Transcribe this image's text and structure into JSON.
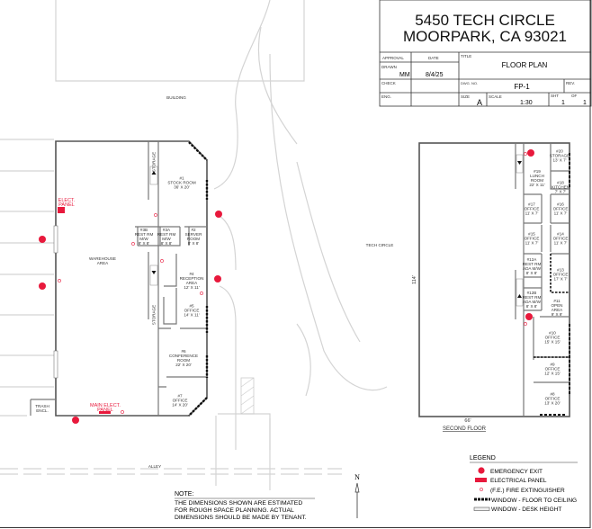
{
  "title_block": {
    "address_line1": "5450 TECH CIRCLE",
    "address_line2": "MOORPARK, CA 93021",
    "approval_label": "APPROVAL",
    "date_label": "DATE",
    "drawn_label": "DRAWN",
    "drawn_value": "MM",
    "date_value": "8/4/25",
    "title_label": "TITLE",
    "title_value": "FLOOR PLAN",
    "check_label": "CHECK",
    "dwg_label": "DWG. NO.",
    "dwg_value": "FP-1",
    "rev_label": "REV.",
    "eng_label": "ENG.",
    "size_label": "SIZE",
    "size_value": "A",
    "scale_label": "SCALE",
    "scale_value": "1:30",
    "sht_label": "SHT",
    "sht_value": "1",
    "of_label": "OF",
    "of_value": "1"
  },
  "site": {
    "building": "BUILDING",
    "street": "TECH CIRCLE",
    "alley": "ALLEY",
    "trash": [
      "TRASH",
      "ENCL."
    ],
    "elect_panel": [
      "ELECT.",
      "PANEL"
    ],
    "main_elect_panel": [
      "MAIN ELECT.",
      "PANEL"
    ]
  },
  "first_floor_rooms": [
    [
      "#1",
      "STOCK ROOM",
      "36' X 20'"
    ],
    [
      "WAREHOUSE",
      "AREA"
    ],
    [
      "#3B",
      "REST RM",
      "M/W",
      "8' X 8'"
    ],
    [
      "#3A",
      "REST RM",
      "M/W",
      "8' X 8'"
    ],
    [
      "#2",
      "SERVER",
      "ROOM",
      "8' X 8'"
    ],
    [
      "#4",
      "RECEPTION",
      "AREA",
      "12' X 11'"
    ],
    [
      "#5",
      "OFFICE",
      "14' X 11'"
    ],
    [
      "#6",
      "CONFERENCE",
      "ROOM",
      "22' X 20'"
    ],
    [
      "#7",
      "OFFICE",
      "14' X 20'"
    ],
    [
      "STORAGE"
    ],
    [
      "STORAGE"
    ]
  ],
  "second_floor": {
    "label": "SECOND FLOOR",
    "width_dim": "66'",
    "length_dim": "114'",
    "rooms": [
      [
        "#20",
        "STORAGE",
        "13' X 7'"
      ],
      [
        "#19",
        "LUNCH",
        "ROOM",
        "22' X 11'"
      ],
      [
        "#18",
        "KITCHEN",
        "7' X 7'"
      ],
      [
        "#17",
        "OFFICE",
        "11' X 7'"
      ],
      [
        "#16",
        "OFFICE",
        "11' X 7'"
      ],
      [
        "#15",
        "OFFICE",
        "11' X 7'"
      ],
      [
        "#14",
        "OFFICE",
        "11' X 7'"
      ],
      [
        "#12A",
        "REST RM",
        "ADA M/W",
        "8' X 8'"
      ],
      [
        "#13",
        "OFFICE",
        "17' X 7'"
      ],
      [
        "#12B",
        "REST RM",
        "ADA M/W",
        "8' X 8'"
      ],
      [
        "#11",
        "OPEN",
        "AREA",
        "9' X 9'"
      ],
      [
        "#10",
        "OFFICE",
        "15' X 15'"
      ],
      [
        "#9",
        "OFFICE",
        "12' X 15'"
      ],
      [
        "#8",
        "OFFICE",
        "13' X 20'"
      ]
    ]
  },
  "north": "N",
  "note": {
    "heading": "NOTE:",
    "lines": [
      "THE DIMENSIONS SHOWN ARE ESTIMATED",
      "FOR ROUGH SPACE PLANNING. ACTUAL",
      "DIMENSIONS SHOULD BE MADE BY TENANT."
    ]
  },
  "legend": {
    "title": "LEGEND",
    "items": [
      "EMERGENCY EXIT",
      "ELECTRICAL PANEL",
      "(F.E.) FIRE EXTINGUISHER",
      "WINDOW - FLOOR TO CEILING",
      "WINDOW - DESK HEIGHT"
    ]
  },
  "colors": {
    "emergency": "#e8193c",
    "walls": "#555555"
  }
}
